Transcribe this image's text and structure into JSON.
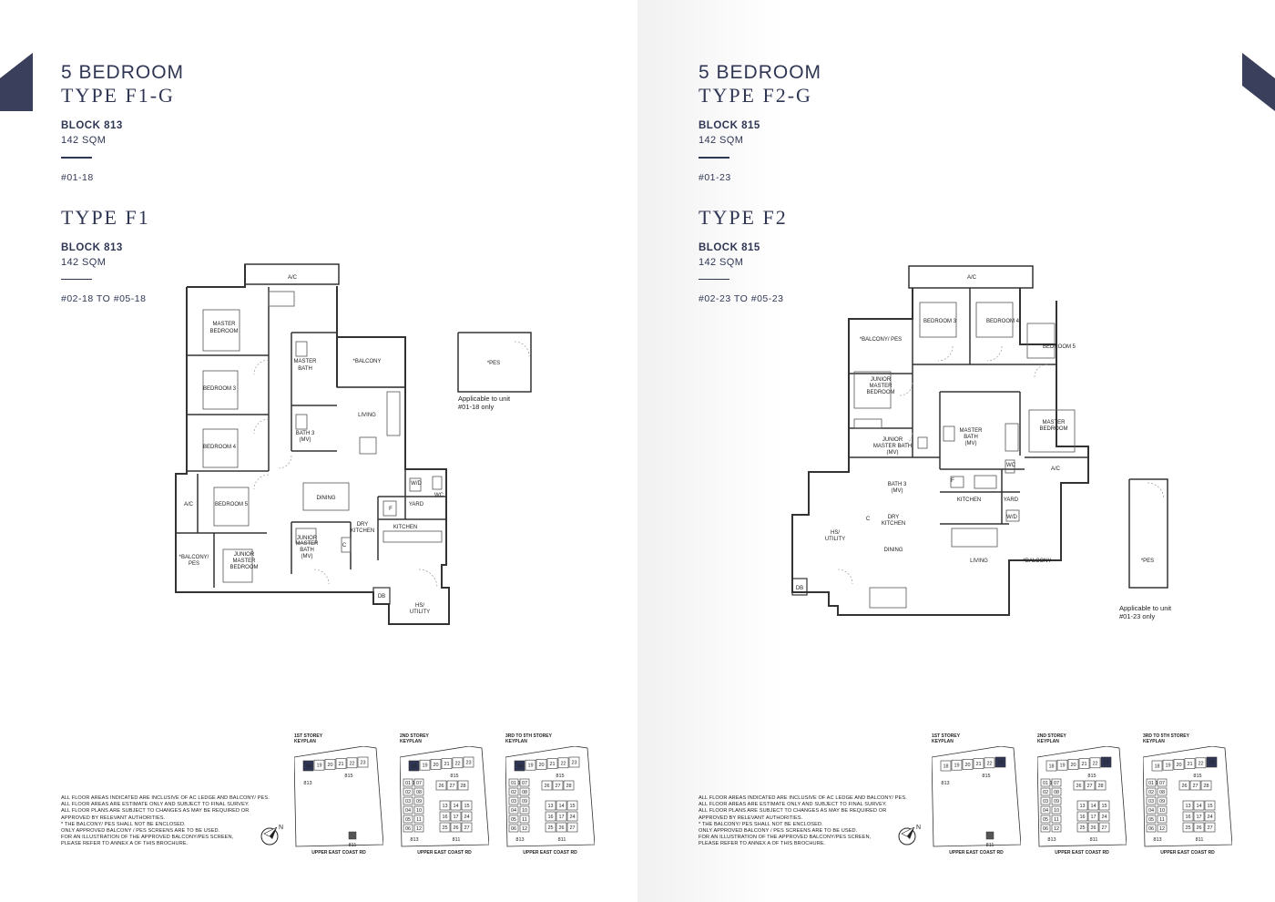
{
  "left": {
    "bedroom_title": "5 BEDROOM",
    "type_title": "TYPE F1-G",
    "block": "BLOCK 813",
    "area": "142 SQM",
    "units": "#01-18",
    "type2_title": "TYPE F1",
    "type2_block": "BLOCK 813",
    "type2_area": "142 SQM",
    "type2_units": "#02-18 TO #05-18",
    "plan_labels": {
      "ac_top": "A/C",
      "master_bedroom": [
        "MASTER",
        "BEDROOM"
      ],
      "master_bath": [
        "MASTER",
        "BATH"
      ],
      "balcony": "*BALCONY",
      "bedroom3": "BEDROOM 3",
      "bath3": [
        "BATH 3",
        "(MV)"
      ],
      "living": "LIVING",
      "bedroom4": "BEDROOM 4",
      "ac_left": "A/C",
      "bedroom5": "BEDROOM 5",
      "dining": "DINING",
      "wd": "W/D",
      "wc": "WC",
      "yard": "YARD",
      "f": "F",
      "dry_kitchen": [
        "DRY",
        "KITCHEN"
      ],
      "kitchen": "KITCHEN",
      "c": "C",
      "balcony_pes": [
        "*BALCONY/",
        "PES"
      ],
      "junior_master_bedroom": [
        "JUNIOR",
        "MASTER",
        "BEDROOM"
      ],
      "junior_master_bath": [
        "JUNIOR",
        "MASTER",
        "BATH",
        "(MV)"
      ],
      "db": "DB",
      "hs_utility": [
        "HS/",
        "UTILITY"
      ],
      "pes": "*PES"
    },
    "pes_note": [
      "Applicable to unit",
      "#01-18 only"
    ],
    "disclaimer": [
      "ALL FLOOR AREAS INDICATED ARE INCLUSIVE OF AC LEDGE AND BALCONY/ PES.",
      "ALL FLOOR AREAS ARE ESTIMATE ONLY AND SUBJECT TO FINAL SURVEY.",
      "ALL FLOOR PLANS ARE SUBJECT TO CHANGES AS MAY BE REQUIRED OR",
      "APPROVED BY RELEVANT AUTHORITIES.",
      "* THE BALCONY/ PES SHALL NOT BE ENCLOSED.",
      "ONLY APPROVED BALCONY / PES SCREENS ARE TO BE USED.",
      "FOR AN ILLUSTRATION OF THE APPROVED BALCONY/PES SCREEN,",
      "PLEASE REFER TO ANNEX A OF THIS BROCHURE."
    ],
    "north": "N",
    "keyplans": [
      {
        "title": [
          "1ST STOREY",
          "KEYPLAN"
        ],
        "road": "UPPER EAST COAST RD"
      },
      {
        "title": [
          "2ND STOREY",
          "KEYPLAN"
        ],
        "road": "UPPER EAST COAST RD"
      },
      {
        "title": [
          "3RD TO 5TH STOREY",
          "KEYPLAN"
        ],
        "road": "UPPER EAST COAST RD"
      }
    ]
  },
  "right": {
    "bedroom_title": "5 BEDROOM",
    "type_title": "TYPE F2-G",
    "block": "BLOCK 815",
    "area": "142 SQM",
    "units": "#01-23",
    "type2_title": "TYPE F2",
    "type2_block": "BLOCK 815",
    "type2_area": "142 SQM",
    "type2_units": "#02-23 TO #05-23",
    "plan_labels": {
      "ac_top": "A/C",
      "bedroom3": "BEDROOM 3",
      "bedroom4": "BEDROOM 4",
      "bedroom5": "BEDROOM 5",
      "balcony_pes": "*BALCONY/ PES",
      "junior_master_bedroom": [
        "JUNIOR",
        "MASTER",
        "BEDROOM"
      ],
      "master_bath": [
        "MASTER",
        "BATH",
        "(MV)"
      ],
      "master_bedroom": [
        "MASTER",
        "BEDROOM"
      ],
      "junior_master_bath": [
        "JUNIOR",
        "MASTER BATH",
        "(MV)"
      ],
      "wc": "WC",
      "ac_right": "A/C",
      "f": "F",
      "bath3": [
        "BATH 3",
        "(MV)"
      ],
      "kitchen": "KITCHEN",
      "yard": "YARD",
      "c": "C",
      "dry_kitchen": [
        "DRY",
        "KITCHEN"
      ],
      "wd": "W/D",
      "hs_utility": [
        "HS/",
        "UTILITY"
      ],
      "dining": "DINING",
      "living": "LIVING",
      "balcony": "*BALCONY",
      "db": "DB",
      "pes": "*PES"
    },
    "pes_note": [
      "Applicable to unit",
      "#01-23 only"
    ],
    "disclaimer": [
      "ALL FLOOR AREAS INDICATED ARE INCLUSIVE OF AC LEDGE AND BALCONY/ PES.",
      "ALL FLOOR AREAS ARE ESTIMATE ONLY AND SUBJECT TO FINAL SURVEY.",
      "ALL FLOOR PLANS ARE SUBJECT TO CHANGES AS MAY BE REQUIRED OR",
      "APPROVED BY RELEVANT AUTHORITIES.",
      "* THE BALCONY/ PES SHALL NOT BE ENCLOSED.",
      "ONLY APPROVED BALCONY / PES SCREENS ARE TO BE USED.",
      "FOR AN ILLUSTRATION OF THE APPROVED BALCONY/PES SCREEN,",
      "PLEASE REFER TO ANNEX A OF THIS BROCHURE."
    ],
    "north": "N",
    "keyplans": [
      {
        "title": [
          "1ST STOREY",
          "KEYPLAN"
        ],
        "road": "UPPER EAST COAST RD"
      },
      {
        "title": [
          "2ND STOREY",
          "KEYPLAN"
        ],
        "road": "UPPER EAST COAST RD"
      },
      {
        "title": [
          "3RD TO 5TH STOREY",
          "KEYPLAN"
        ],
        "road": "UPPER EAST COAST RD"
      }
    ]
  },
  "keyplan_labels": {
    "block813": "813",
    "block815": "815",
    "block811": "811",
    "units_row": [
      "18",
      "19",
      "20",
      "21",
      "22",
      "23"
    ],
    "units_811": [
      "01",
      "02",
      "03",
      "04",
      "05",
      "06",
      "07",
      "08",
      "09",
      "10",
      "11",
      "12",
      "13",
      "14",
      "15",
      "16",
      "17",
      "24",
      "25",
      "26",
      "27",
      "28"
    ]
  },
  "colors": {
    "navy": "#2f3654",
    "highlight": "#2f3654",
    "wall": "#333333"
  }
}
